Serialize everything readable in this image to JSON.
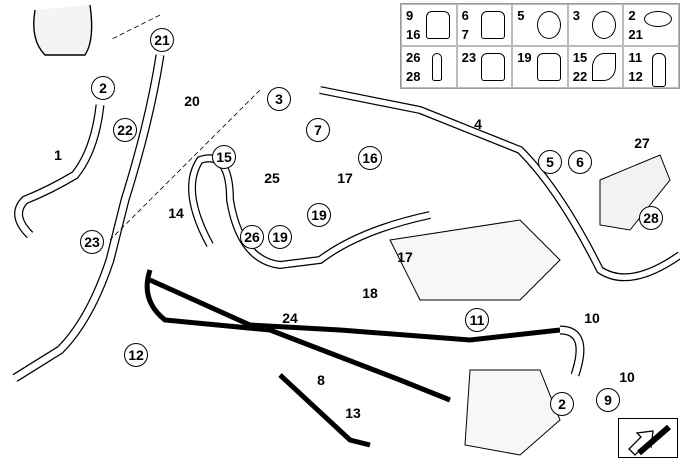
{
  "callouts_circled": [
    "21",
    "2",
    "3",
    "22",
    "7",
    "16",
    "15",
    "5",
    "6",
    "28",
    "23",
    "26",
    "19",
    "19",
    "11",
    "12",
    "2",
    "9"
  ],
  "callouts_plain": [
    "20",
    "1",
    "4",
    "27",
    "25",
    "17",
    "14",
    "17",
    "18",
    "24",
    "10",
    "10",
    "8",
    "13"
  ],
  "inset": [
    {
      "top": "9",
      "bottom": "16",
      "icon": "banjo-bolt-icon"
    },
    {
      "top": "6",
      "bottom": "7",
      "icon": "nut-icon"
    },
    {
      "top": "5",
      "bottom": "",
      "icon": "pipe-clamp-icon"
    },
    {
      "top": "3",
      "bottom": "",
      "icon": "hose-clamp-icon"
    },
    {
      "top": "2",
      "bottom": "21",
      "icon": "clamp-ring-icon"
    },
    {
      "top": "26",
      "bottom": "28",
      "icon": "screw-icon"
    },
    {
      "top": "23",
      "bottom": "",
      "icon": "clip-nut-icon"
    },
    {
      "top": "19",
      "bottom": "",
      "icon": "nut-icon"
    },
    {
      "top": "15",
      "bottom": "22",
      "icon": "hose-clip-icon"
    },
    {
      "top": "11",
      "bottom": "12",
      "icon": "bolt-icon"
    }
  ]
}
